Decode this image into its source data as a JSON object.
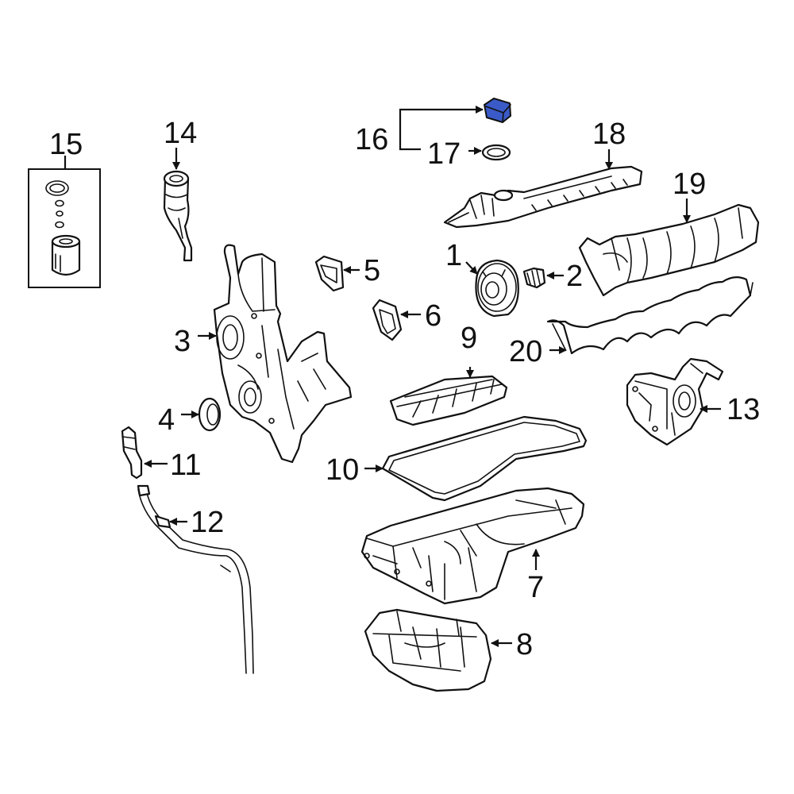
{
  "diagram": {
    "highlight_color": "#3a5bc7",
    "callouts": [
      {
        "id": "c1",
        "text": "1"
      },
      {
        "id": "c2",
        "text": "2"
      },
      {
        "id": "c3",
        "text": "3"
      },
      {
        "id": "c4",
        "text": "4"
      },
      {
        "id": "c5",
        "text": "5"
      },
      {
        "id": "c6",
        "text": "6"
      },
      {
        "id": "c7",
        "text": "7"
      },
      {
        "id": "c8",
        "text": "8"
      },
      {
        "id": "c9",
        "text": "9"
      },
      {
        "id": "c10",
        "text": "10"
      },
      {
        "id": "c11",
        "text": "11"
      },
      {
        "id": "c12",
        "text": "12"
      },
      {
        "id": "c13",
        "text": "13"
      },
      {
        "id": "c14",
        "text": "14"
      },
      {
        "id": "c15",
        "text": "15"
      },
      {
        "id": "c16",
        "text": "16"
      },
      {
        "id": "c17",
        "text": "17"
      },
      {
        "id": "c18",
        "text": "18"
      },
      {
        "id": "c19",
        "text": "19"
      },
      {
        "id": "c20",
        "text": "20"
      }
    ]
  }
}
